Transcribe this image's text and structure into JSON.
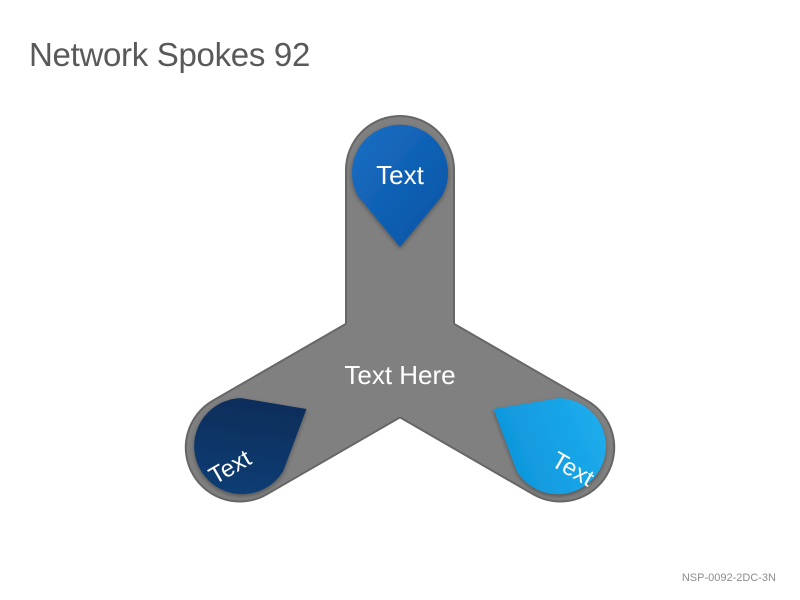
{
  "title": "Network Spokes 92",
  "center_label": "Text Here",
  "spokes": [
    {
      "label": "Text",
      "color": "#0a5fb4",
      "position": "top"
    },
    {
      "label": "Text",
      "color": "#14a0e6",
      "position": "bottom-left"
    },
    {
      "label": "Text",
      "color": "#0b3566",
      "position": "bottom-right"
    }
  ],
  "hub_color": "#808080",
  "footer_code": "NSP-0092-2DC-3N"
}
